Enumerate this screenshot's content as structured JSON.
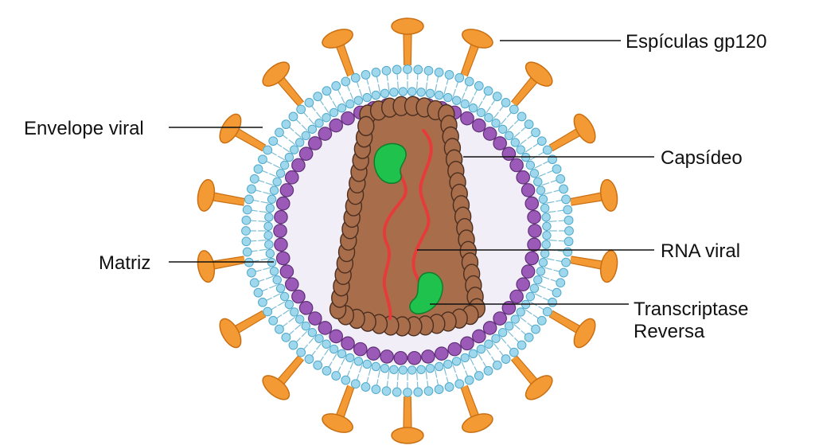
{
  "labels": {
    "spikes": "Espículas gp120",
    "envelope": "Envelope viral",
    "capsid": "Capsídeo",
    "matrix": "Matriz",
    "rna": "RNA viral",
    "rt_line1": "Transcriptase",
    "rt_line2": "Reversa"
  },
  "colors": {
    "spike": "#f39a35",
    "spike_stroke": "#c96f12",
    "lipid_head": "#9fd8ec",
    "lipid_stroke": "#4fa9cb",
    "lipid_tail": "#7cbdd6",
    "matrix": "#9c5ab8",
    "matrix_stroke": "#5e2f77",
    "interior": "#f1eef8",
    "capsid": "#a86e4c",
    "capsid_stroke": "#4b2e1f",
    "rna": "#e53b3b",
    "enzyme": "#1fc24d",
    "enzyme_stroke": "#0f7d2d"
  }
}
